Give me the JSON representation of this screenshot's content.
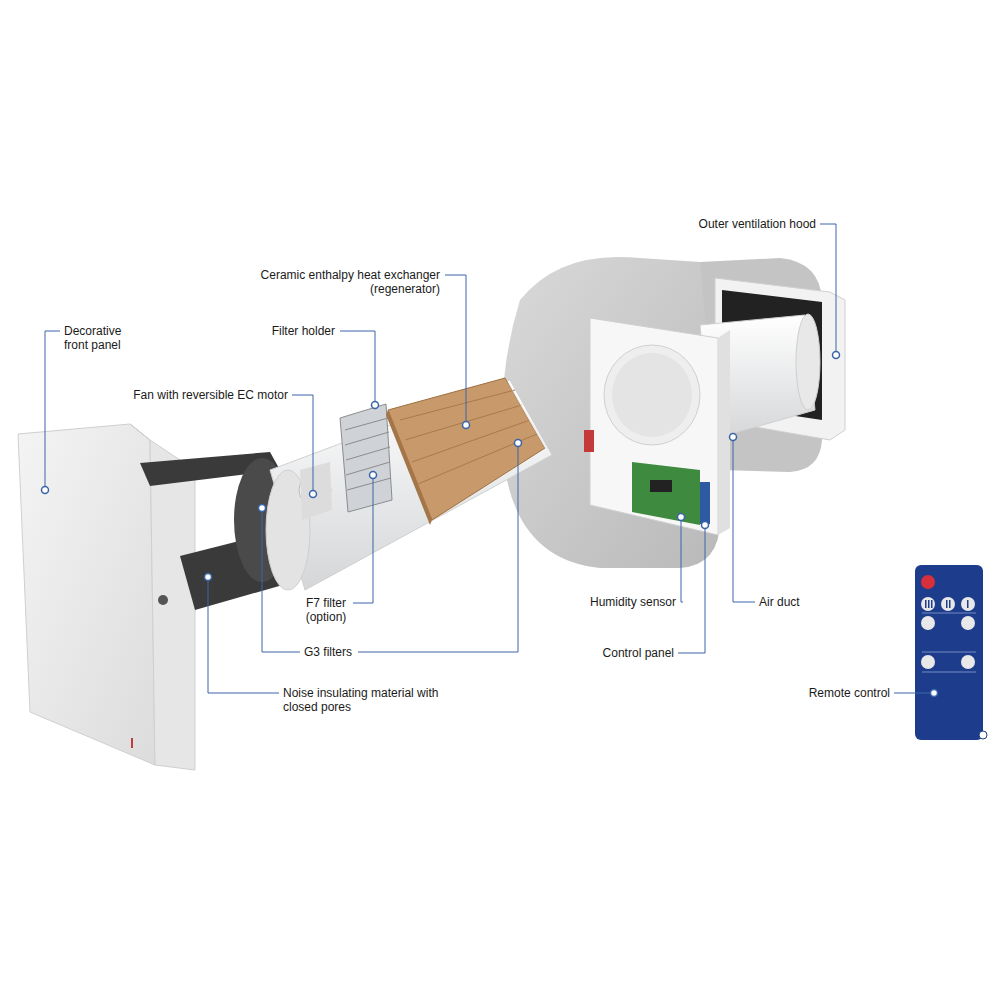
{
  "diagram": {
    "labels": [
      "Outer ventilation hood",
      "Ceramic enthalpy heat exchanger (regenerator)",
      "Decorative front panel",
      "Filter holder",
      "Fan with reversible EC motor",
      "F7 filter (option)",
      "Humidity sensor",
      "Air duct",
      "G3 filters",
      "Control panel",
      "Noise insulating material with closed pores",
      "Remote control"
    ]
  }
}
